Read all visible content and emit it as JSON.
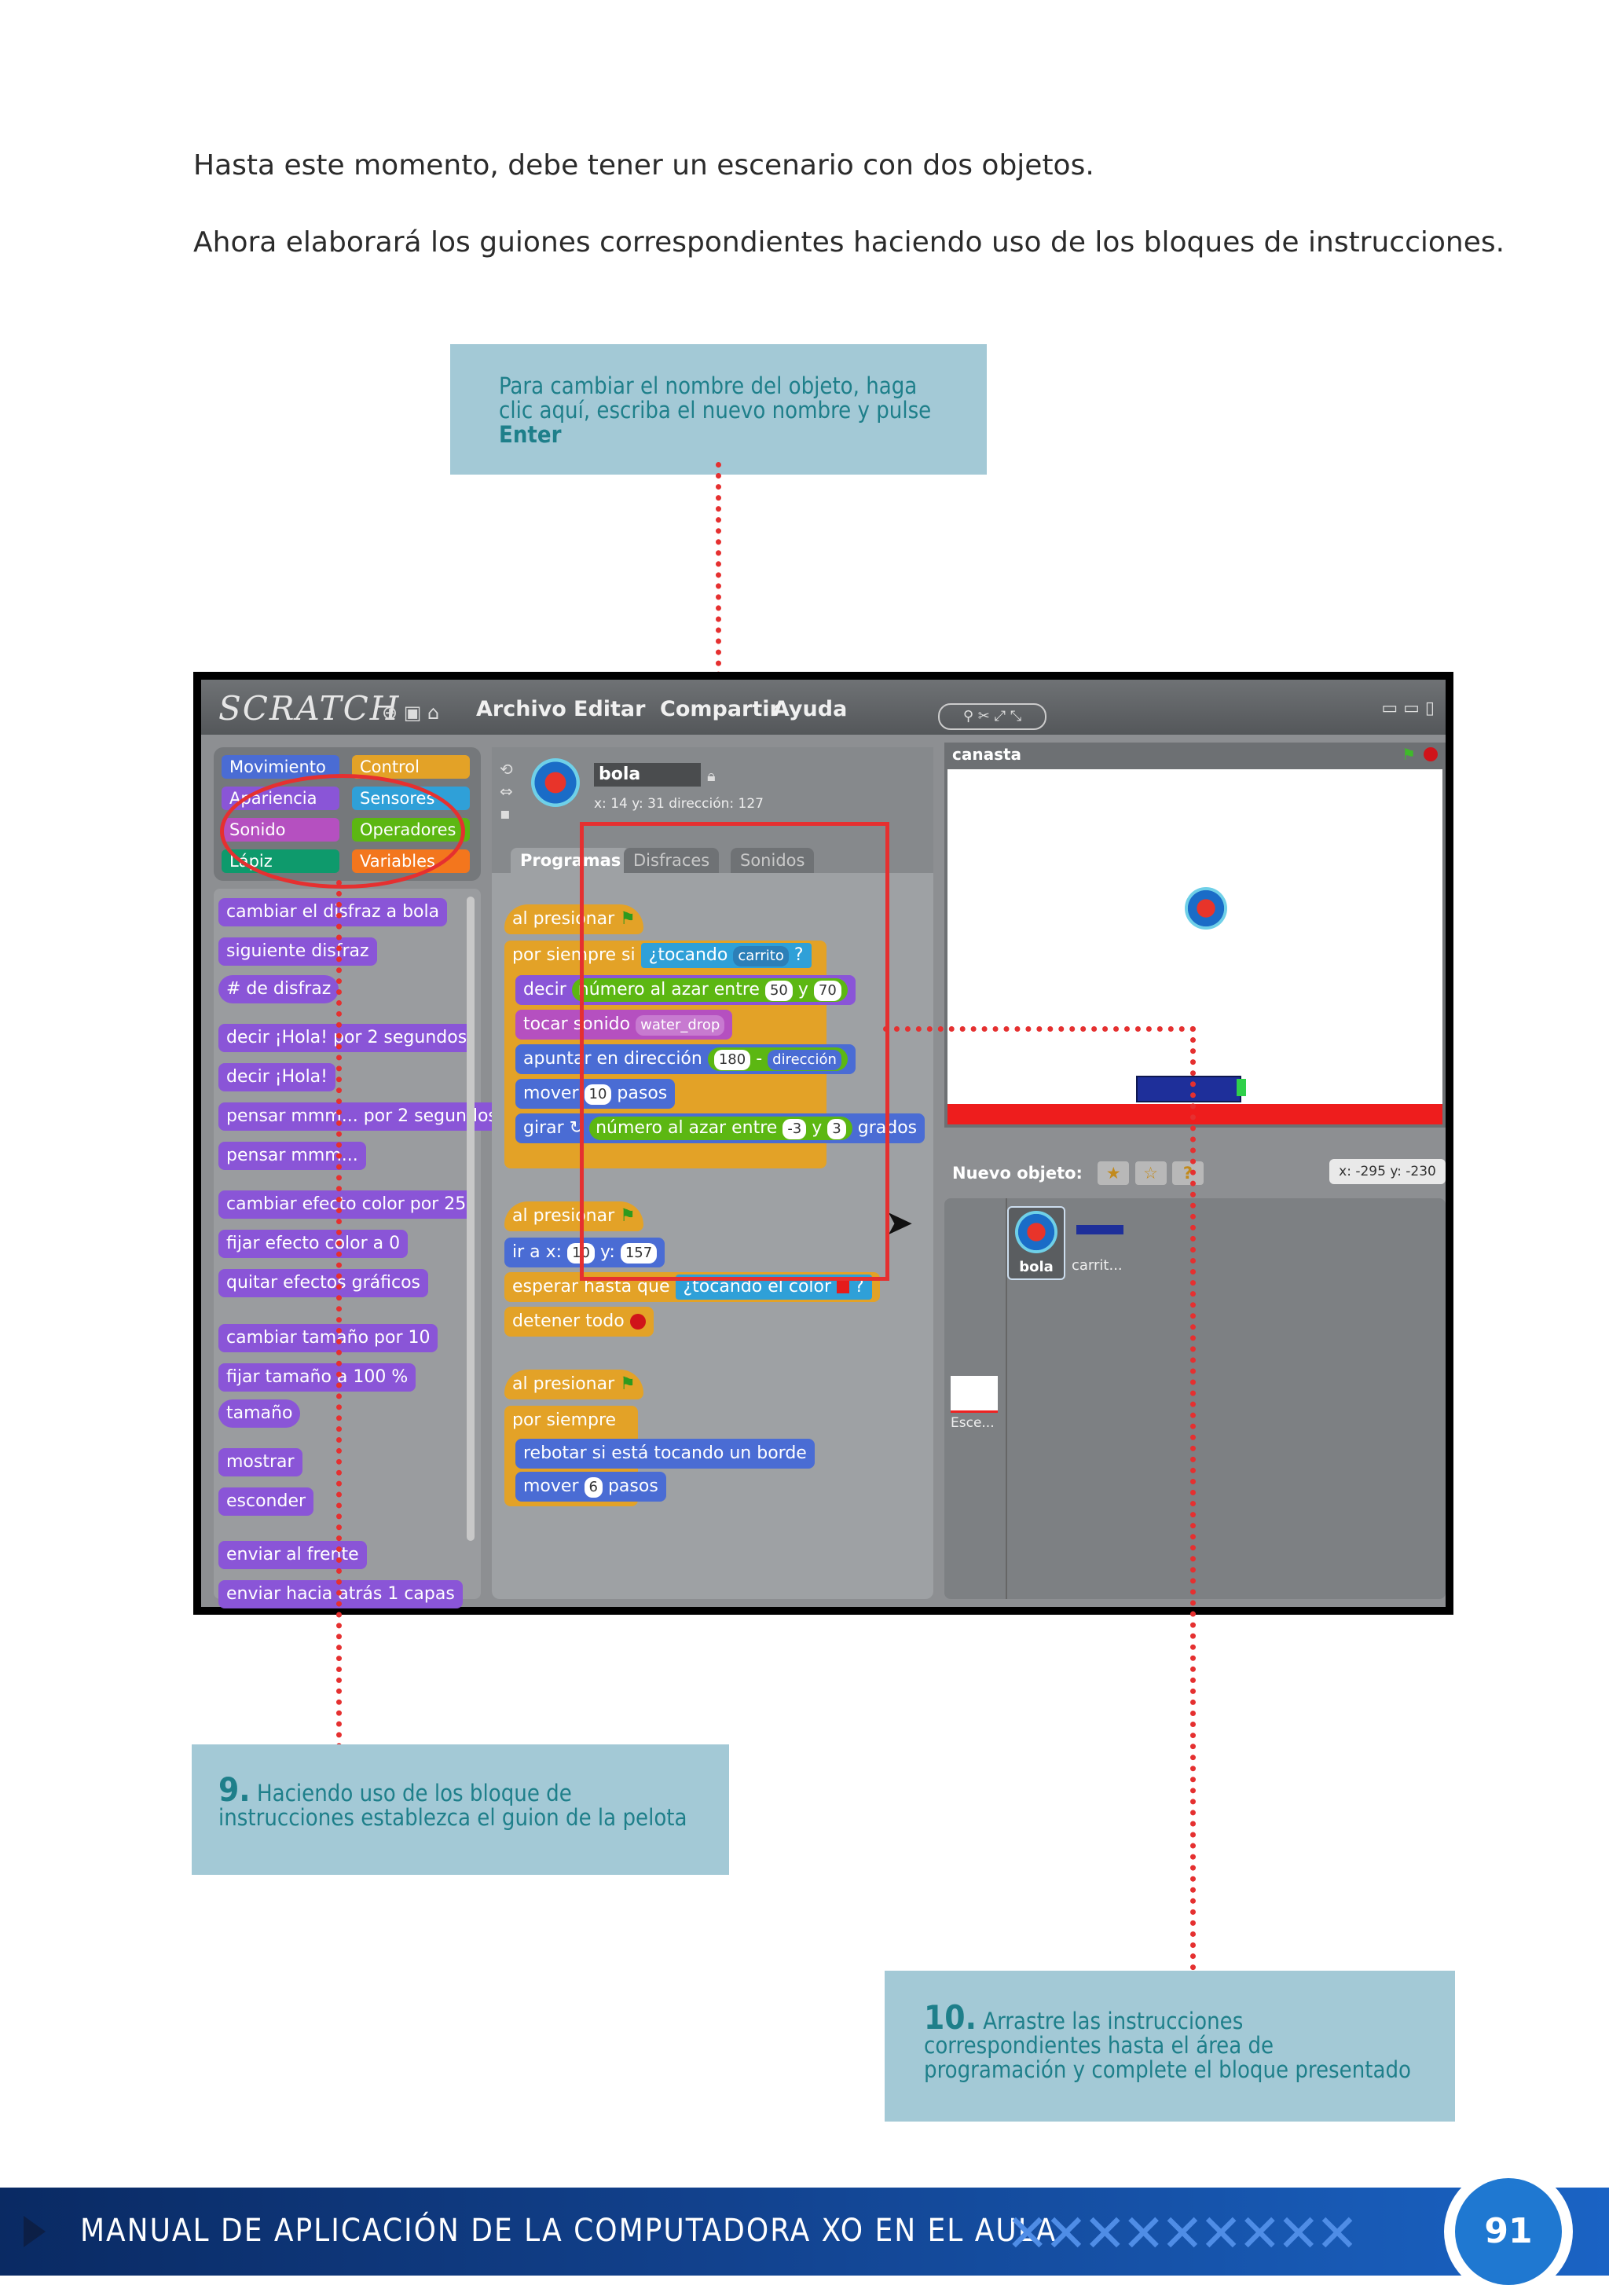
{
  "intro": {
    "line1": "Hasta este momento, debe tener un escenario con dos objetos.",
    "line2": "Ahora elaborará los guiones correspondientes haciendo uso de los bloques de instrucciones."
  },
  "callouts": {
    "rename": {
      "text": "Para cambiar el nombre del objeto, haga clic aquí, escriba el nuevo nombre y pulse",
      "bold": "Enter"
    },
    "step9": {
      "num": "9.",
      "text": "Haciendo uso de los bloque de instrucciones establezca el guion de la pelota"
    },
    "step10": {
      "num": "10.",
      "text": "Arrastre las instrucciones correspondientes hasta el área de programación y complete el bloque presentado"
    }
  },
  "scratch": {
    "logo": "SCRATCH",
    "menu": [
      "Archivo",
      "Editar",
      "Compartir",
      "Ayuda"
    ],
    "categories": [
      "Movimiento",
      "Control",
      "Apariencia",
      "Sensores",
      "Sonido",
      "Operadores",
      "Lápiz",
      "Variables"
    ],
    "category_colors": [
      "#4a6cd4",
      "#e3a227",
      "#8a55d7",
      "#2fa0d8",
      "#b550c0",
      "#5cb712",
      "#0e9a6c",
      "#f3761d"
    ],
    "sprite_name": "bola",
    "sprite_coords": "x: 14    y: 31    dirección: 127",
    "tabs": [
      "Programas",
      "Disfraces",
      "Sonidos"
    ],
    "palette": [
      "cambiar el disfraz a bola",
      "siguiente disfraz",
      "# de disfraz",
      "decir ¡Hola! por 2 segundos",
      "decir ¡Hola!",
      "pensar mmm... por 2 segundos",
      "pensar mmm...",
      "cambiar efecto color por 25",
      "fijar efecto color a 0",
      "quitar efectos gráficos",
      "cambiar tamaño por 10",
      "fijar tamaño a 100 %",
      "tamaño",
      "mostrar",
      "esconder",
      "enviar al frente",
      "enviar hacia atrás 1 capas"
    ],
    "script1": {
      "hat": "al presionar",
      "forever_if": "por siempre si",
      "touching": "¿tocando",
      "touching_target": "carrito",
      "q": "?",
      "say": "decir",
      "random": "número al azar entre",
      "r_from": "50",
      "y": "y",
      "r_to": "70",
      "play_sound": "tocar sonido",
      "sound_name": "water_drop",
      "point": "apuntar en dirección",
      "p180": "180",
      "minus": "-",
      "direction": "dirección",
      "move": "mover",
      "steps10": "10",
      "pasos": "pasos",
      "turn": "girar",
      "t_from": "-3",
      "t_to": "3",
      "grados": "grados"
    },
    "script2": {
      "hat": "al presionar",
      "goto": "ir a x:",
      "gx": "10",
      "gy_label": "y:",
      "gy": "157",
      "wait_until": "esperar hasta que",
      "touching_color": "¿tocando el color",
      "q": "?",
      "stop_all": "detener todo"
    },
    "script3": {
      "hat": "al presionar",
      "forever": "por siempre",
      "bounce": "rebotar si está tocando un borde",
      "move": "mover",
      "steps": "6",
      "pasos": "pasos"
    },
    "stage_title": "canasta",
    "new_object": "Nuevo objeto:",
    "mouse_xy": "x: -295   y: -230",
    "sprites": [
      "bola",
      "carrit..."
    ],
    "stage_thumb": "Esce..."
  },
  "footer": {
    "title": "MANUAL DE APLICACIÓN DE LA COMPUTADORA XO EN EL AULA",
    "page": "91",
    "xo_marks": "✕✕✕✕✕✕✕✕✕"
  }
}
